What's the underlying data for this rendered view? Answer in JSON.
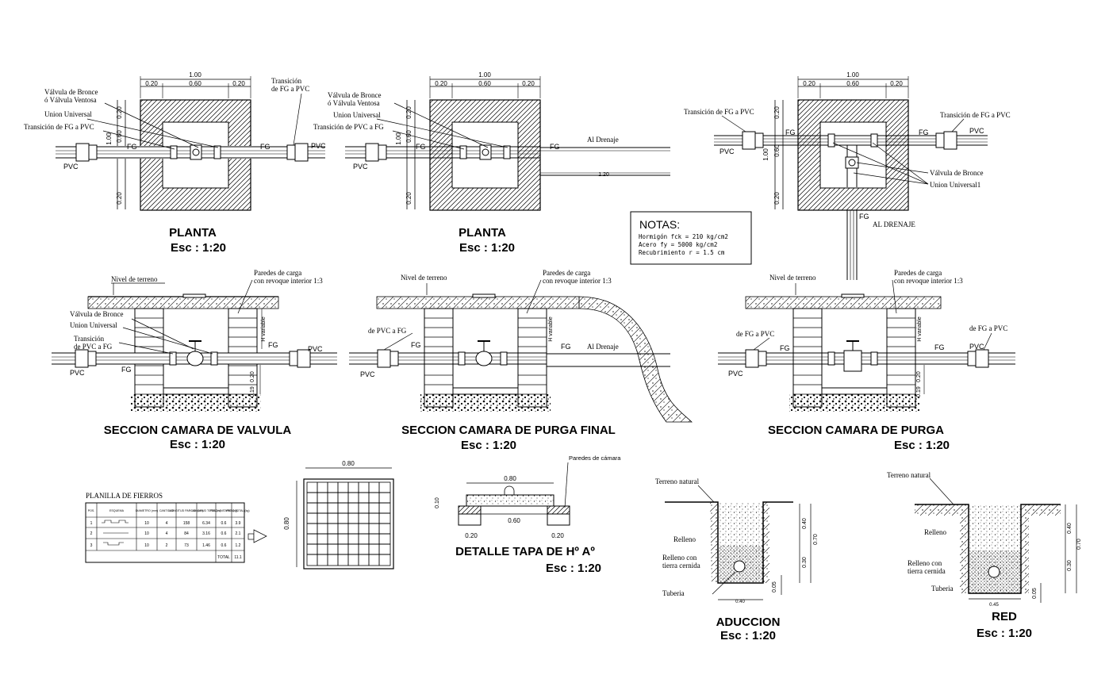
{
  "planta1": {
    "dim_total": "1.00",
    "dim_a": "0.20",
    "dim_b": "0.60",
    "dim_c": "0.20",
    "v_a": "0.20",
    "v_b": "0.60",
    "v_total": "1.00",
    "v_c": "0.20",
    "label_valve": "Válvula de Bronce",
    "label_valve2": "ó Válvula Ventosa",
    "label_union": "Union Universal",
    "label_trans_left": "Transición de FG a PVC",
    "label_trans_right1": "Transición",
    "label_trans_right2": "de FG a PVC",
    "pvc_left": "PVC",
    "fg_left": "FG",
    "fg_right": "FG",
    "pvc_right": "PVC",
    "title": "PLANTA",
    "scale": "Esc : 1:20"
  },
  "planta2": {
    "dim_total": "1.00",
    "dim_a": "0.20",
    "dim_b": "0.60",
    "dim_c": "0.20",
    "v_a": "0.20",
    "v_b": "0.60",
    "v_total": "1.00",
    "v_c": "0.20",
    "label_valve": "Válvula de Bronce",
    "label_valve2": "ó Válvula Ventosa",
    "label_union": "Union Universal",
    "label_trans": "Transición de PVC a FG",
    "pvc_left": "PVC",
    "fg_left": "FG",
    "fg_right": "FG",
    "drain": "Al Drenaje",
    "drain_dim": "1.20",
    "title": "PLANTA",
    "scale": "Esc : 1:20"
  },
  "planta3": {
    "dim_total": "1.00",
    "dim_a": "0.20",
    "dim_b": "0.60",
    "dim_c": "0.20",
    "v_a": "0.20",
    "v_b": "0.60",
    "v_total": "1.00",
    "v_c": "0.20",
    "trans_left": "Transición de FG a PVC",
    "trans_right": "Transición de FG a PVC",
    "pvc_left": "PVC",
    "fg_left": "FG",
    "fg_right": "FG",
    "pvc_right": "PVC",
    "label_valve": "Válvula de Bronce",
    "label_union": "Union Universal1",
    "fg_down": "FG",
    "drain": "AL DRENAJE"
  },
  "notas": {
    "title": "NOTAS:",
    "line1": "Hormigón   fck  =  210 kg/cm2",
    "line2": "Acero        fy   =  5000 kg/cm2",
    "line3": "Recubrimiento    r  =  1.5 cm"
  },
  "sec1": {
    "nivel": "Nivel de terreno",
    "paredes1": "Paredes de carga",
    "paredes2": "con revoque interior 1:3",
    "valve": "Válvula de Bronce",
    "union": "Union Universal",
    "trans1": "Transición",
    "trans2": "de PVC a FG",
    "hvar": "H variable",
    "fg_r": "FG",
    "pvc_r": "PVC",
    "pvc_l": "PVC",
    "fg_l": "FG",
    "d1": "0.20",
    "d2": "0.19",
    "title": "SECCION CAMARA DE VALVULA",
    "scale": "Esc : 1:20"
  },
  "sec2": {
    "nivel": "Nivel de terreno",
    "paredes1": "Paredes de carga",
    "paredes2": "con revoque interior 1:3",
    "trans": "de PVC a FG",
    "fg_l": "FG",
    "fg_r": "FG",
    "drain": "Al Drenaje",
    "pvc_l": "PVC",
    "hvar": "H variable",
    "title": "SECCION CAMARA DE PURGA FINAL",
    "scale": "Esc : 1:20"
  },
  "sec3": {
    "nivel": "Nivel de terreno",
    "paredes1": "Paredes de carga",
    "paredes2": "con revoque interior 1:3",
    "trans_l": "de FG a PVC",
    "trans_r": "de FG a PVC",
    "fg_l": "FG",
    "fg_r": "FG",
    "pvc_l": "PVC",
    "pvc_r": "PVC",
    "hvar": "H variable",
    "d1": "0.20",
    "d2": "0.19",
    "title": "SECCION CAMARA DE PURGA",
    "scale": "Esc : 1:20"
  },
  "planilla": {
    "title": "PLANILLA DE FIERROS",
    "headers": [
      "POS.",
      "ESQUEMA",
      "DIAMETRO (mm)",
      "CANTIDAD",
      "LONGITUD PARCIAL (cm)",
      "LONGITUD TOTAL (m)",
      "PESO UNITARIO (kg)",
      "PESO TOTAL (kg)"
    ],
    "rows": [
      [
        "1",
        "",
        "10",
        "4",
        "158",
        "6.34",
        "0.6",
        "3.9"
      ],
      [
        "2",
        "",
        "10",
        "4",
        "84",
        "3.16",
        "0.6",
        "2.1"
      ],
      [
        "3",
        "",
        "10",
        "2",
        "73",
        "1.46",
        "0.6",
        "1.2"
      ]
    ],
    "total_label": "TOTAL",
    "total_value": "11.1"
  },
  "grid": {
    "dim_w": "0.80",
    "dim_h": "0.80"
  },
  "tapa": {
    "paredes": "Paredes de cámara",
    "dim_top": "0.80",
    "dim_mid": "0.60",
    "dim_l": "0.20",
    "dim_r": "0.20",
    "dim_h": "0.10",
    "title": "DETALLE TAPA DE Hº Aº",
    "scale": "Esc : 1:20"
  },
  "aduccion": {
    "terreno": "Terreno natural",
    "relleno": "Relleno",
    "relleno2a": "Relleno con",
    "relleno2b": "tierra cernida",
    "tuberia": "Tuberia",
    "d_040": "0.40",
    "d_030": "0.30",
    "d_070": "0.70",
    "d_005": "0.05",
    "d_w": "0.40",
    "title": "ADUCCION",
    "scale": "Esc : 1:20"
  },
  "red": {
    "terreno": "Terreno natural",
    "relleno": "Relleno",
    "relleno2a": "Relleno con",
    "relleno2b": "tierra cernida",
    "tuberia": "Tuberia",
    "d_040": "0.40",
    "d_030": "0.30",
    "d_070": "0.70",
    "d_005": "0.05",
    "d_w": "0.45",
    "title": "RED",
    "scale": "Esc : 1:20"
  }
}
